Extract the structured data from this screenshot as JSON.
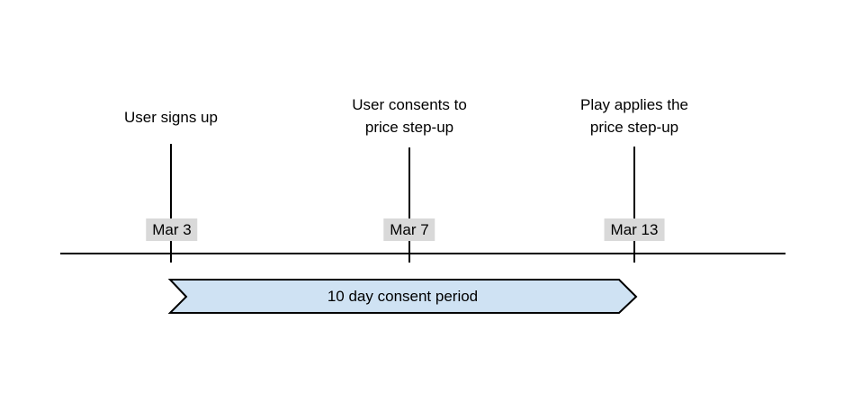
{
  "timeline": {
    "events": [
      {
        "label": "User signs up",
        "date": "Mar 3"
      },
      {
        "label": "User consents to\nprice step-up",
        "date": "Mar 7"
      },
      {
        "label": "Play applies the\nprice step-up",
        "date": "Mar 13"
      }
    ],
    "banner": {
      "label": "10 day consent period"
    },
    "colors": {
      "banner_fill": "#cfe2f3",
      "banner_border": "#000000",
      "date_badge_bg": "#d9d9d9",
      "line": "#000000",
      "text": "#000000",
      "background": "#ffffff"
    }
  }
}
